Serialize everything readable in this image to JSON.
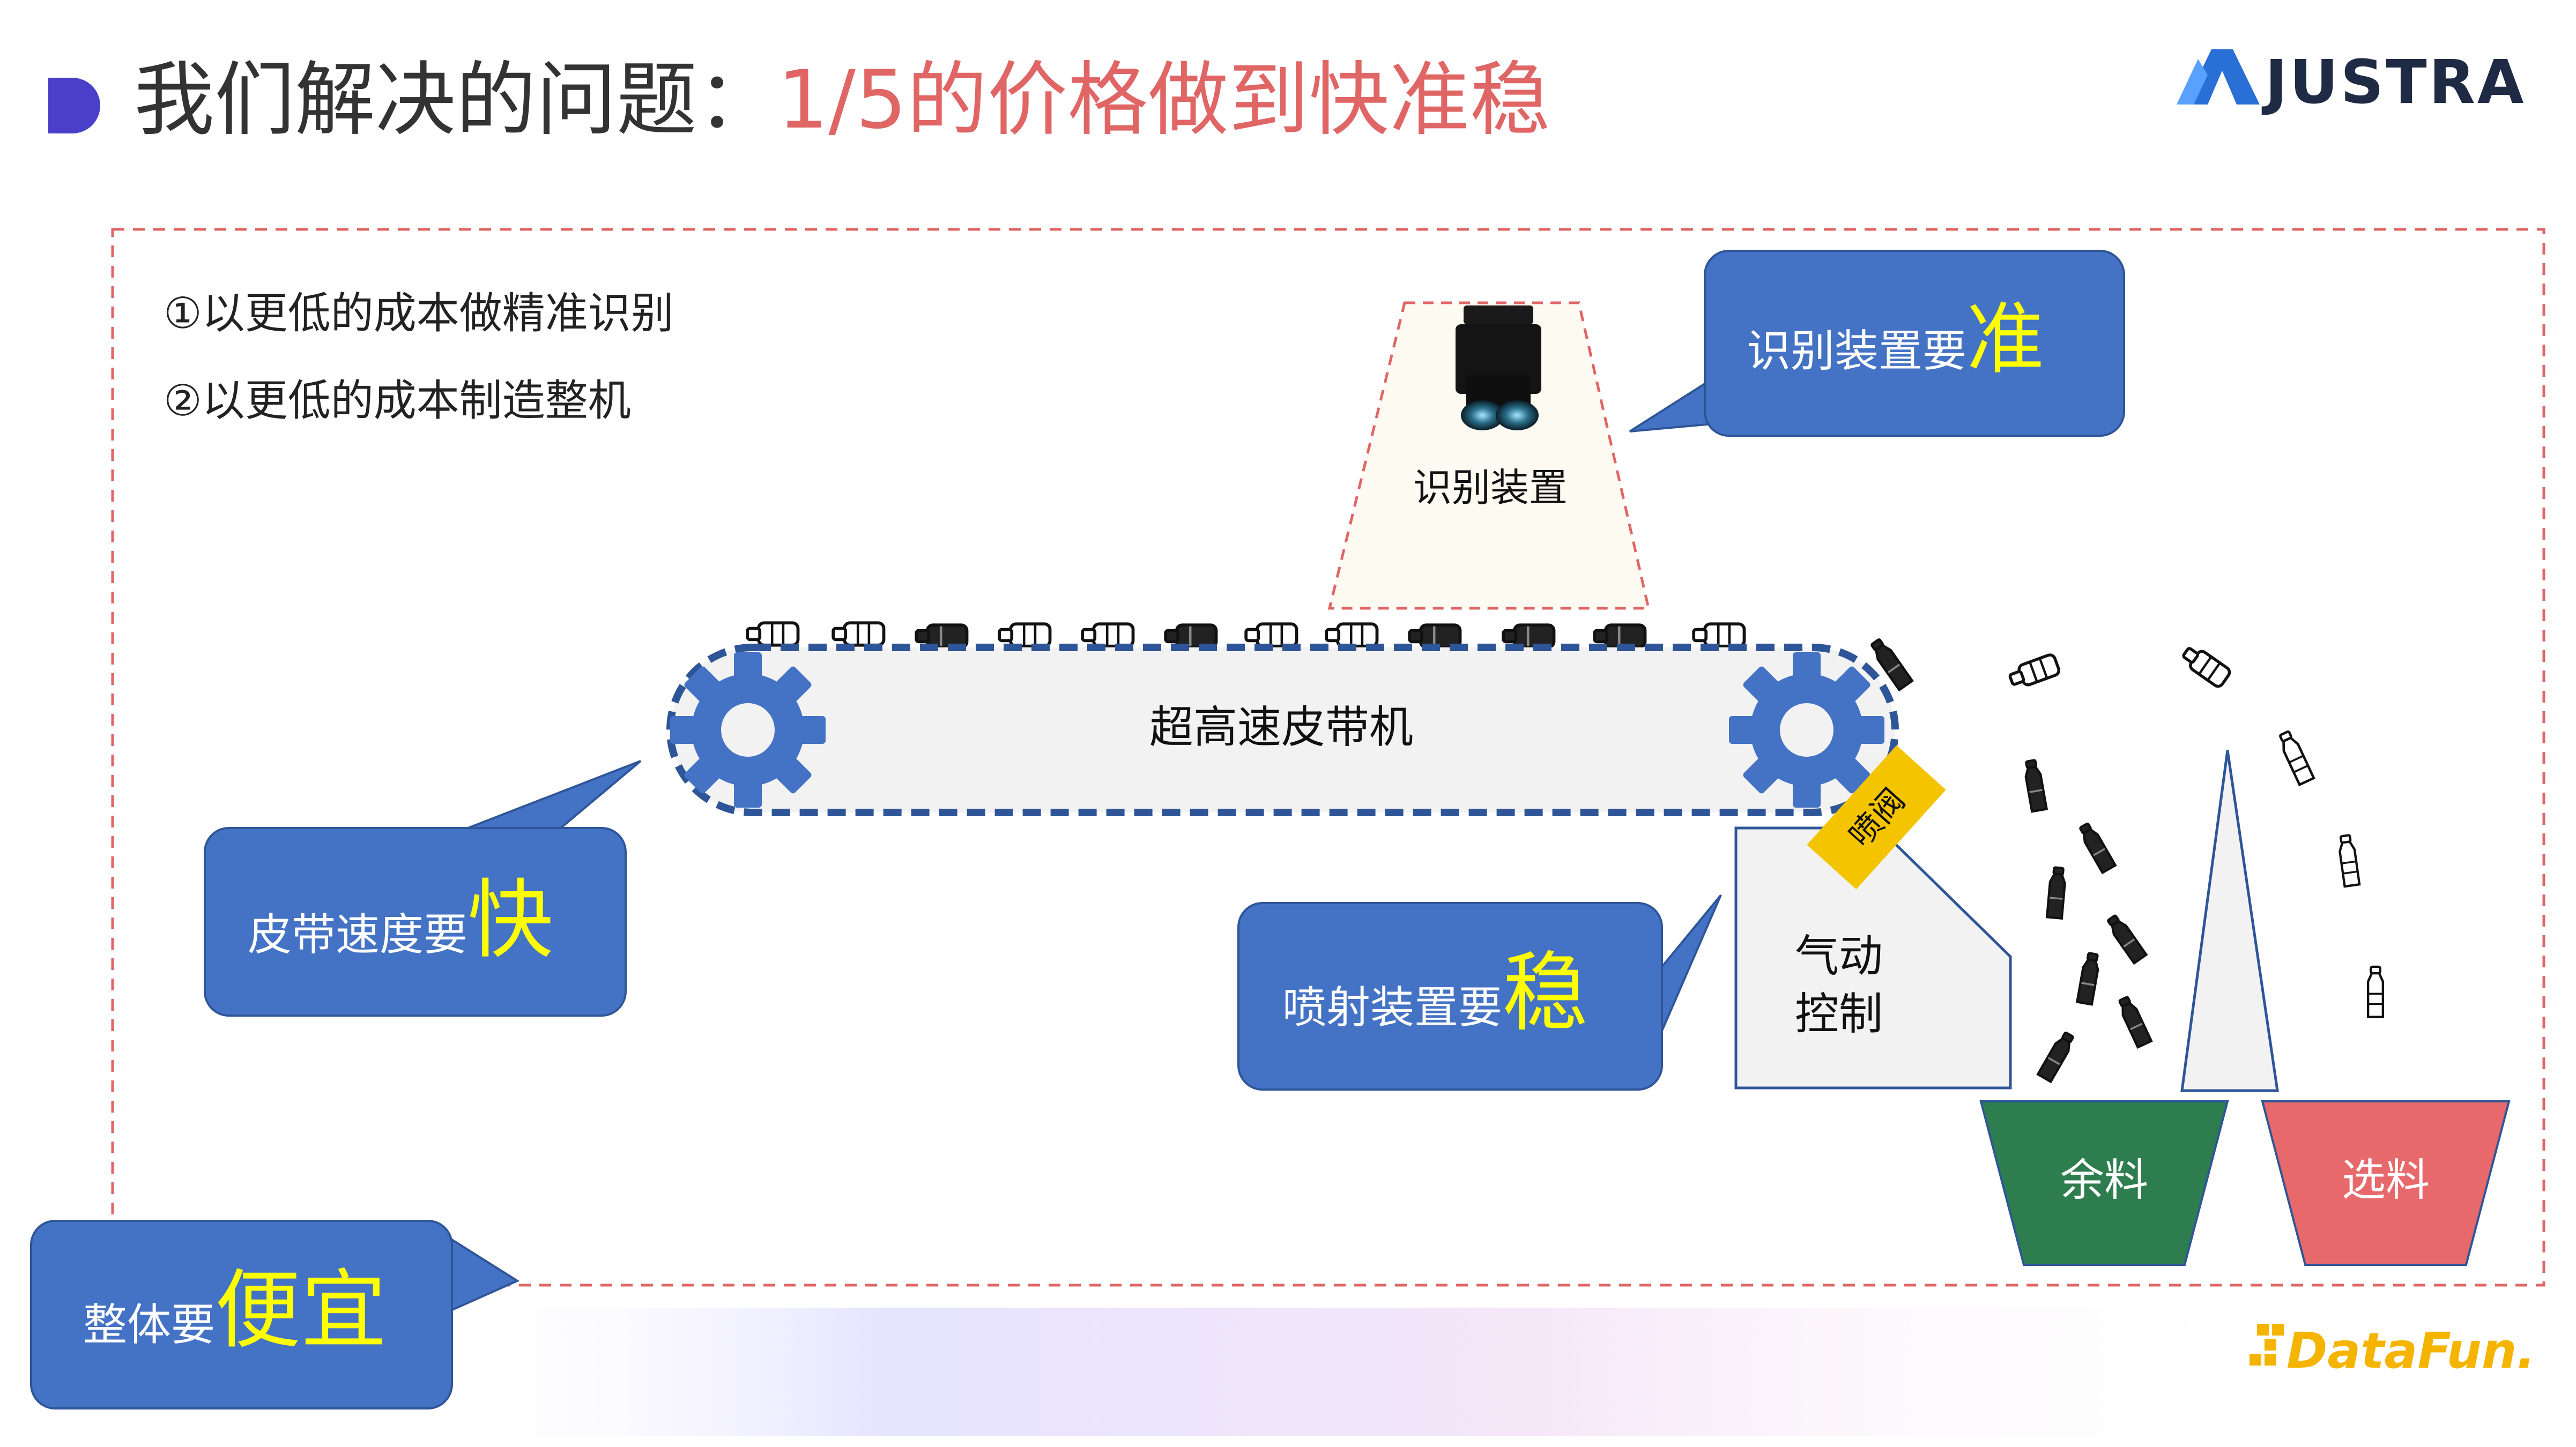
{
  "header": {
    "title_prefix": "我们解决的问题：",
    "title_highlight": "1/5的价格做到快准稳",
    "logo_text": "JUSTRA"
  },
  "goals": [
    "①以更低的成本做精准识别",
    "②以更低的成本制造整机"
  ],
  "diagram": {
    "camera_label": "识别装置",
    "belt_label": "超高速皮带机",
    "valve_label": "喷阀",
    "control_label_line1": "气动",
    "control_label_line2": "控制",
    "bin_residual": "余料",
    "bin_selected": "选料"
  },
  "callouts": {
    "recognition": {
      "text": "识别装置要",
      "emph": "准"
    },
    "belt": {
      "text": "皮带速度要",
      "emph": "快"
    },
    "spray": {
      "text": "喷射装置要",
      "emph": "稳"
    },
    "overall": {
      "text": "整体要",
      "emph": "便宜"
    }
  },
  "footer": {
    "brand": "DataFun."
  },
  "colors": {
    "callout_fill": "#4472c4",
    "emph_text": "#ffff00",
    "title_accent": "#e06666",
    "residual_bin": "#2e7d4f",
    "selected_bin": "#e8696b",
    "valve": "#f5c400",
    "dashed_frame": "#e06666",
    "belt_outline": "#2e5597"
  }
}
